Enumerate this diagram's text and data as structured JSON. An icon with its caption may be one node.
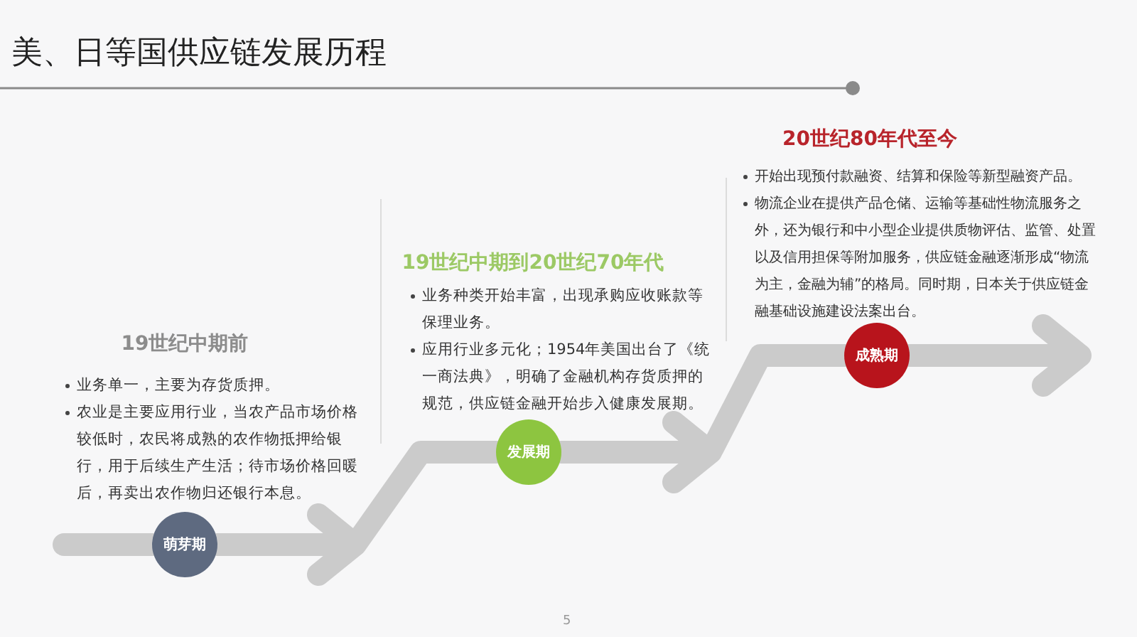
{
  "diagram": {
    "title": "美、日等国供应链发展历程",
    "nodes": [
      {
        "text": [
          "萌芽期"
        ],
        "beside": [
          "19世纪中期前",
          "业务单一，主要为存货质押。",
          "农业是主要应用行业，当农产品市场价格较低时，农民将成熟的农作物抵押给银行，用于后续生产生活；待市场价格回暖后，再卖出农作物归还银行本息。"
        ]
      },
      {
        "text": [
          "发展期"
        ],
        "beside": [
          "19世纪中期到20世纪70年代",
          "业务种类开始丰富，出现承购应收账款等保理业务。",
          "应用行业多元化；1954年美国出台了《统一商法典》，明确了金融机构存货质押的规范，供应链金融开始步入健康发展期。"
        ]
      },
      {
        "text": [
          "成熟期"
        ],
        "beside": [
          "20世纪80年代至今",
          "开始出现预付款融资、结算和保险等新型融资产品。",
          "物流企业在提供产品仓储、运输等基础性物流服务之外，还为银行和中小型企业提供质物评估、监管、处置以及信用担保等附加服务，供应链金融逐渐形成“物流为主，金融为辅”的格局。同时期，日本关于供应链金融基础设施建设法案出台。"
        ]
      }
    ],
    "edges": [
      {
        "from": null,
        "to": 0,
        "arrow": "none"
      },
      {
        "from": 0,
        "to": 1,
        "arrow": "to"
      },
      {
        "from": 1,
        "to": 2,
        "arrow": "to"
      },
      {
        "from": 2,
        "to": null,
        "arrow": "to"
      }
    ],
    "labels": [
      "5"
    ]
  }
}
